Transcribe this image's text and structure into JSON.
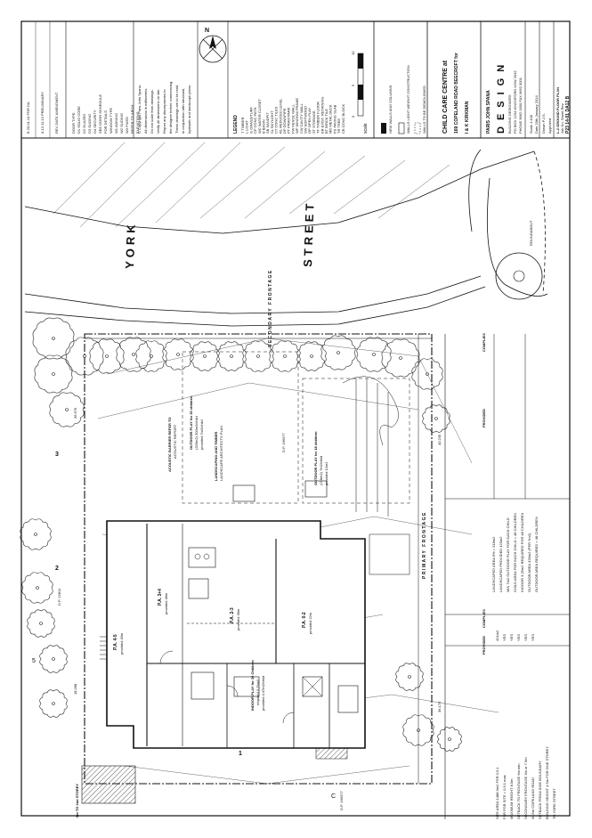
{
  "streets": {
    "york": [
      "YORK",
      "STREET"
    ],
    "secondary_frontage": "SECONDARY FRONTAGE",
    "primary_frontage": "PRIMARY FRONTAGE",
    "roundabout": "ROUNDABOUT"
  },
  "lots": {
    "lot_3": "3",
    "lot_2": "2",
    "lot_1": "1",
    "dp_top": "D.P. 166377",
    "dp_left": "D.P. 22811",
    "dp_bottom": "D.P. 166377",
    "lot_5": "5",
    "lot_c": "C"
  },
  "play_areas": [
    "OUTDOOR PLAY for 30 children",
    "(326m2) 300m2/child",
    "provided 7m2/child",
    "OUTDOOR PLAY for 18 children",
    "(218m2) 7m2/child",
    "provided 12m2",
    "INDOOR PLAY for 30 Children",
    "required 3.25m2",
    "provided 4.47m2/child"
  ],
  "rooms": [
    "P.A. 3+4",
    "provided 48m",
    "P.A. 2-3",
    "provided 38m",
    "P.A. 0-2",
    "provided 22m",
    "P.A. 4-5",
    "provided 40m"
  ],
  "landscape_notes": [
    "LANDSCAPING AND TIMBER",
    "LANDSCAPE ARCHITECTS PLAN",
    "ACOUSTIC BARRIER REFER TO",
    "ACOUSTIC REPORT"
  ],
  "notes_block": [
    "© Copyright Paris John Spana.",
    "All dimensions in millimetres.",
    "Do not scale from drawings.",
    "Verify all dimensions on site.",
    "Report any discrepancies to",
    "the designer before commencing.",
    "These drawings are to be read",
    "in conjunction with structural,",
    "hydraulic and landscape plans."
  ],
  "legend_title": "LEGEND",
  "legend": [
    "T  TIMBER",
    "L  LIGHT",
    "G  GRASS/TURF",
    "CP  CONC PATH",
    "WC  WATER CLOSET",
    "B  BASIN",
    "SB  SANDPIT",
    "SL  SKYLIGHT",
    "CT  CONC TILES",
    "RL  REDUCED LEVEL",
    "DP  DOWNPIPE",
    "PT  PRAM PARK",
    "FW  FENCE WALL",
    "WF  WINDOW FRAME",
    "CW  CAVITY WALL",
    "SW  SOFTWOOD",
    "OP  OPEN PLAY",
    "ST  STORAGE",
    "TF  TIMBER FLOOR",
    "ER  EXIST. RETAINING",
    "BT  BRICK TILE",
    "MD  METAL DECK",
    "PS  PAVING SLAB",
    "TR  TREE",
    "CB  CONC BLOCK"
  ],
  "schedule_col_left": [
    "DOOR TYPE",
    "D1 SOLID CORE",
    "D2 GLAZED",
    "D3 SLIDING",
    "D4 SECURITY",
    "SEE DOOR SCHEDULE",
    "FOR DETAILS"
  ],
  "schedule_col_right": [
    "WINDOW TYPE",
    "W1 AWNING",
    "W2 SLIDING",
    "W3 FIXED",
    "REFER TO ARCH.",
    "ELEVATIONS"
  ],
  "scale_label": "scale",
  "scale_ticks": [
    "0",
    "5",
    "10"
  ],
  "wall_key": [
    "NEW WALLS AND COLUMNS",
    "WALLS LIGHT WEIGHT CONSTRUCTION",
    "WALLS TO BE DEMOLISHED"
  ],
  "north_label": "N",
  "project": {
    "title": "CHILD CARE CENTRE at",
    "address": "169 COPELAND ROAD BEECROFT for",
    "client": "I & K KIRKMAN"
  },
  "firm": {
    "name": "PARIS JOHN SPANA",
    "design": "DESIGN",
    "line_1": "BUILDING DESIGNERS",
    "line_2": "PO BOX 1234 KINGSFORD NSW 2032",
    "line_3": "PHONE 9662 0000  FAX 9662 0001"
  },
  "title_block": {
    "scale": "Scale  1:100",
    "date": "Date  20th January 2014",
    "drawn": "Drawn  P.J.S.",
    "approved": "Approved",
    "sheet_title": "L-2 GROUND FLOOR PLAN",
    "job_no": "Job No.  Sheet  Rev.",
    "number": "P23 14-01  DA12  B"
  },
  "revisions": [
    "B  20.01.14  FOR DA",
    "A  12.11.13  PRELIMINARY",
    "REV  DATE  AMENDMENT"
  ],
  "compliance_headers": [
    "PROVIDED",
    "COMPLIES"
  ],
  "compliance_right": [
    "LANDSCAPED AREA 6% = 318m2",
    "LANDSCAPED PROVIDED 423m2",
    "MIN 7m2 OUTDOOR PLAY FOR EACH CHILD",
    "CHILD AREA FOR EACH CHILD = 48 CHILDREN",
    "INDOOR 3.25m2 REQUIRED FOR 48 CHILDREN",
    "OUTDOOR AREA 336m2 (PER 7m2)",
    "OUTDOOR AREA REQUIRED > 48 CHILDREN"
  ],
  "compliance_left": [
    "SITE AREA 1488.9m2  FSR 0.5:1",
    "FSR FOR SITE = 0.5:1 max",
    "MAXIMUM HEIGHT 8.5m",
    "SETBACK TO FRONTAGE 6m min",
    "SECONDARY FRONTAGE 3m or 7.5m",
    "36.5m COPELAND ROAD",
    "SETBACK FROM SIDE BOUNDARY",
    "BUILDING HEIGHT 4.5m FOR ONE STOREY",
    "TO YORK STREET"
  ],
  "compliance_left_values": [
    "421m2",
    "YES",
    "YES",
    "YES",
    "YES",
    "YES"
  ],
  "bottom_note": "6m TO 2nd STOREY",
  "boundary_dims": [
    "36.576",
    "18.288",
    "40.235",
    "36.170"
  ]
}
